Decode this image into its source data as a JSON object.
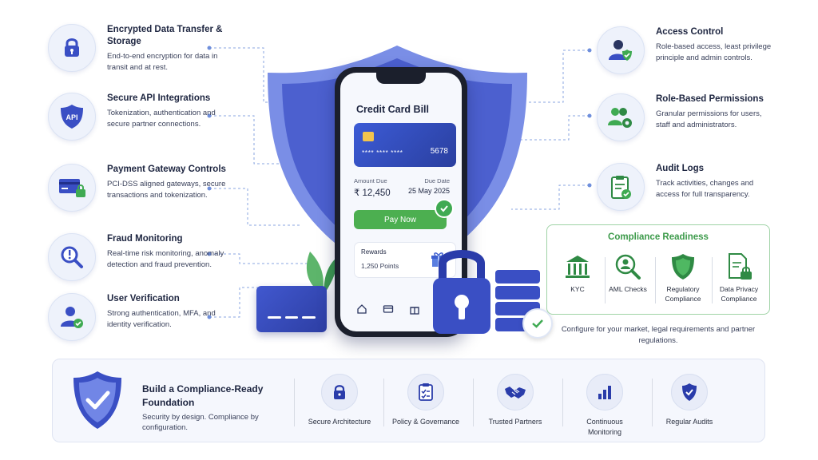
{
  "left_features": [
    {
      "title": "Encrypted Data Transfer & Storage",
      "desc": "End-to-end encryption for data in transit and at rest.",
      "icon": "lock-icon"
    },
    {
      "title": "Secure API Integrations",
      "desc": "Tokenization, authentication and secure partner connections.",
      "icon": "api-shield-icon"
    },
    {
      "title": "Payment Gateway Controls",
      "desc": "PCI-DSS aligned gateways, secure transactions and tokenization.",
      "icon": "card-lock-icon"
    },
    {
      "title": "Fraud Monitoring",
      "desc": "Real-time risk monitoring, anomaly detection and fraud prevention.",
      "icon": "magnifier-alert-icon"
    },
    {
      "title": "User Verification",
      "desc": "Strong authentication, MFA, and identity verification.",
      "icon": "user-check-icon"
    }
  ],
  "right_features": [
    {
      "title": "Access Control",
      "desc": "Role-based access, least privilege principle and admin controls.",
      "icon": "user-shield-icon"
    },
    {
      "title": "Role-Based Permissions",
      "desc": "Granular permissions for users, staff and administrators.",
      "icon": "users-gear-icon"
    },
    {
      "title": "Audit Logs",
      "desc": "Track activities, changes and access for full transparency.",
      "icon": "clipboard-check-icon"
    }
  ],
  "phone": {
    "title": "Credit Card Bill",
    "card_mask": "****   ****   ****",
    "card_last": "5678",
    "amount_label": "Amount Due",
    "amount_value": "₹ 12,450",
    "due_label": "Due Date",
    "due_value": "25 May 2025",
    "pay_label": "Pay Now",
    "rewards_label": "Rewards",
    "rewards_value": "1,250 Points"
  },
  "compliance": {
    "title": "Compliance Readiness",
    "items": [
      {
        "label": "KYC",
        "icon": "bank-icon"
      },
      {
        "label": "AML Checks",
        "icon": "search-user-icon"
      },
      {
        "label": "Regulatory Compliance",
        "icon": "shield-check-icon"
      },
      {
        "label": "Data Privacy Compliance",
        "icon": "document-lock-icon"
      }
    ],
    "caption": "Configure for your market, legal requirements and partner regulations."
  },
  "foundation": {
    "title": "Build a Compliance-Ready Foundation",
    "subtitle": "Security by design. Compliance by configuration.",
    "items": [
      {
        "label": "Secure Architecture",
        "icon": "lock-icon"
      },
      {
        "label": "Policy & Governance",
        "icon": "clipboard-icon"
      },
      {
        "label": "Trusted Partners",
        "icon": "handshake-icon"
      },
      {
        "label": "Continuous Monitoring",
        "icon": "bar-chart-icon"
      },
      {
        "label": "Regular Audits",
        "icon": "shield-check-icon"
      }
    ]
  },
  "colors": {
    "primary": "#3a4fc4",
    "green": "#3faa52",
    "accent_light": "#eef2fb"
  }
}
